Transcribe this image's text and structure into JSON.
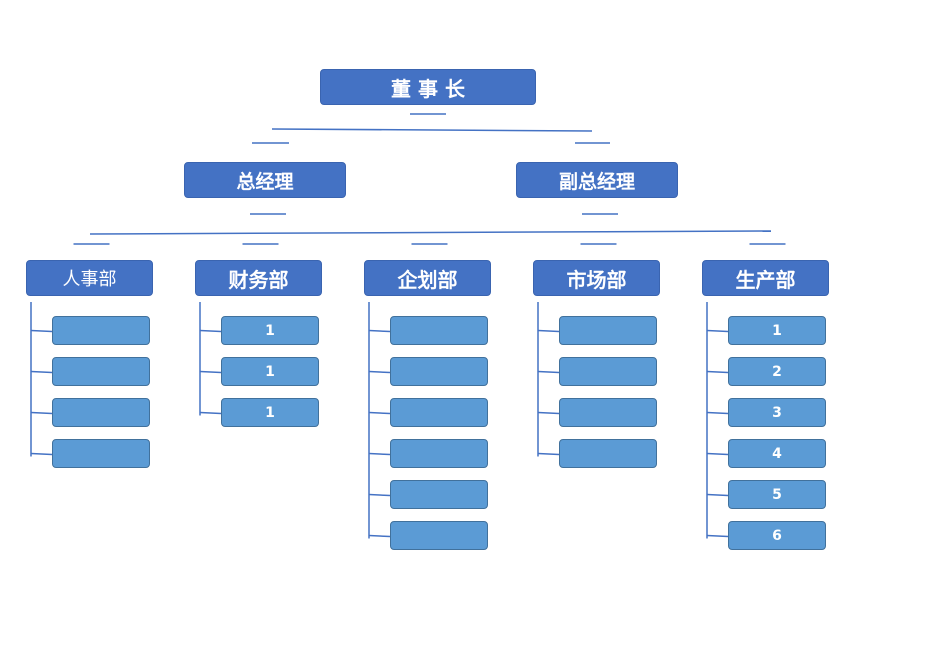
{
  "chairman": "董 事 长",
  "managers": [
    "总经理",
    "副总经理"
  ],
  "departments": [
    {
      "name": "人事部",
      "items": [
        "",
        "",
        "",
        ""
      ]
    },
    {
      "name": "财务部",
      "items": [
        "1",
        "1",
        "1"
      ]
    },
    {
      "name": "企划部",
      "items": [
        "",
        "",
        "",
        "",
        "",
        ""
      ]
    },
    {
      "name": "市场部",
      "items": [
        "",
        "",
        "",
        ""
      ]
    },
    {
      "name": "生产部",
      "items": [
        "1",
        "2",
        "3",
        "4",
        "5",
        "6"
      ]
    }
  ],
  "colors": {
    "node": "#4472c4",
    "leaf": "#5b9bd5",
    "line": "#4472c4"
  }
}
